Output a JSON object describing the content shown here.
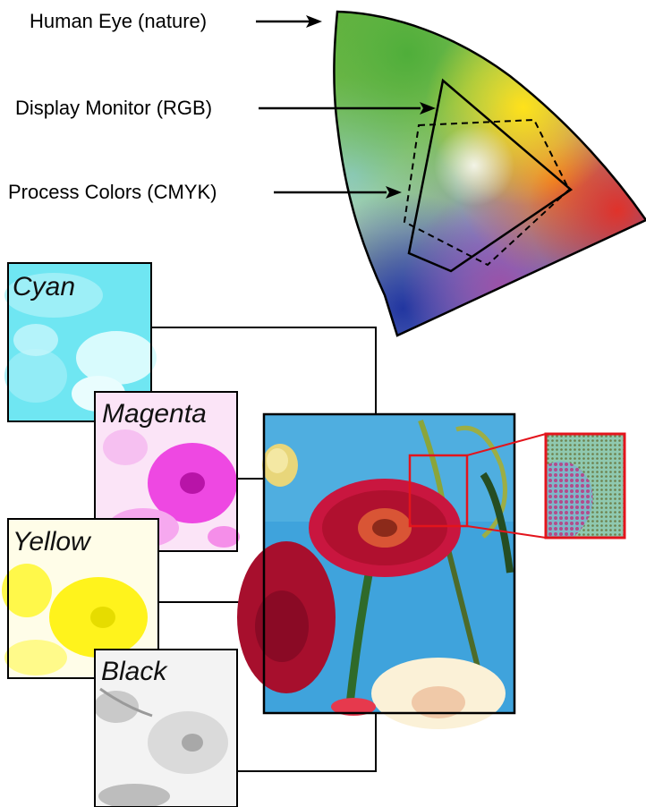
{
  "gamut_labels": {
    "human_eye": "Human Eye (nature)",
    "display_monitor": "Display Monitor (RGB)",
    "process_colors": "Process Colors (CMYK)"
  },
  "plates": {
    "cyan": "Cyan",
    "magenta": "Magenta",
    "yellow": "Yellow",
    "black": "Black"
  },
  "colors": {
    "cyan_plate": "#5ee3f0",
    "magenta_plate": "#f05ce8",
    "yellow_plate": "#fff533",
    "black_plate": "#9a9a9a",
    "zoom_box": "#e3141c",
    "sky": "#3fa3dc",
    "flower": "#c9163f"
  }
}
